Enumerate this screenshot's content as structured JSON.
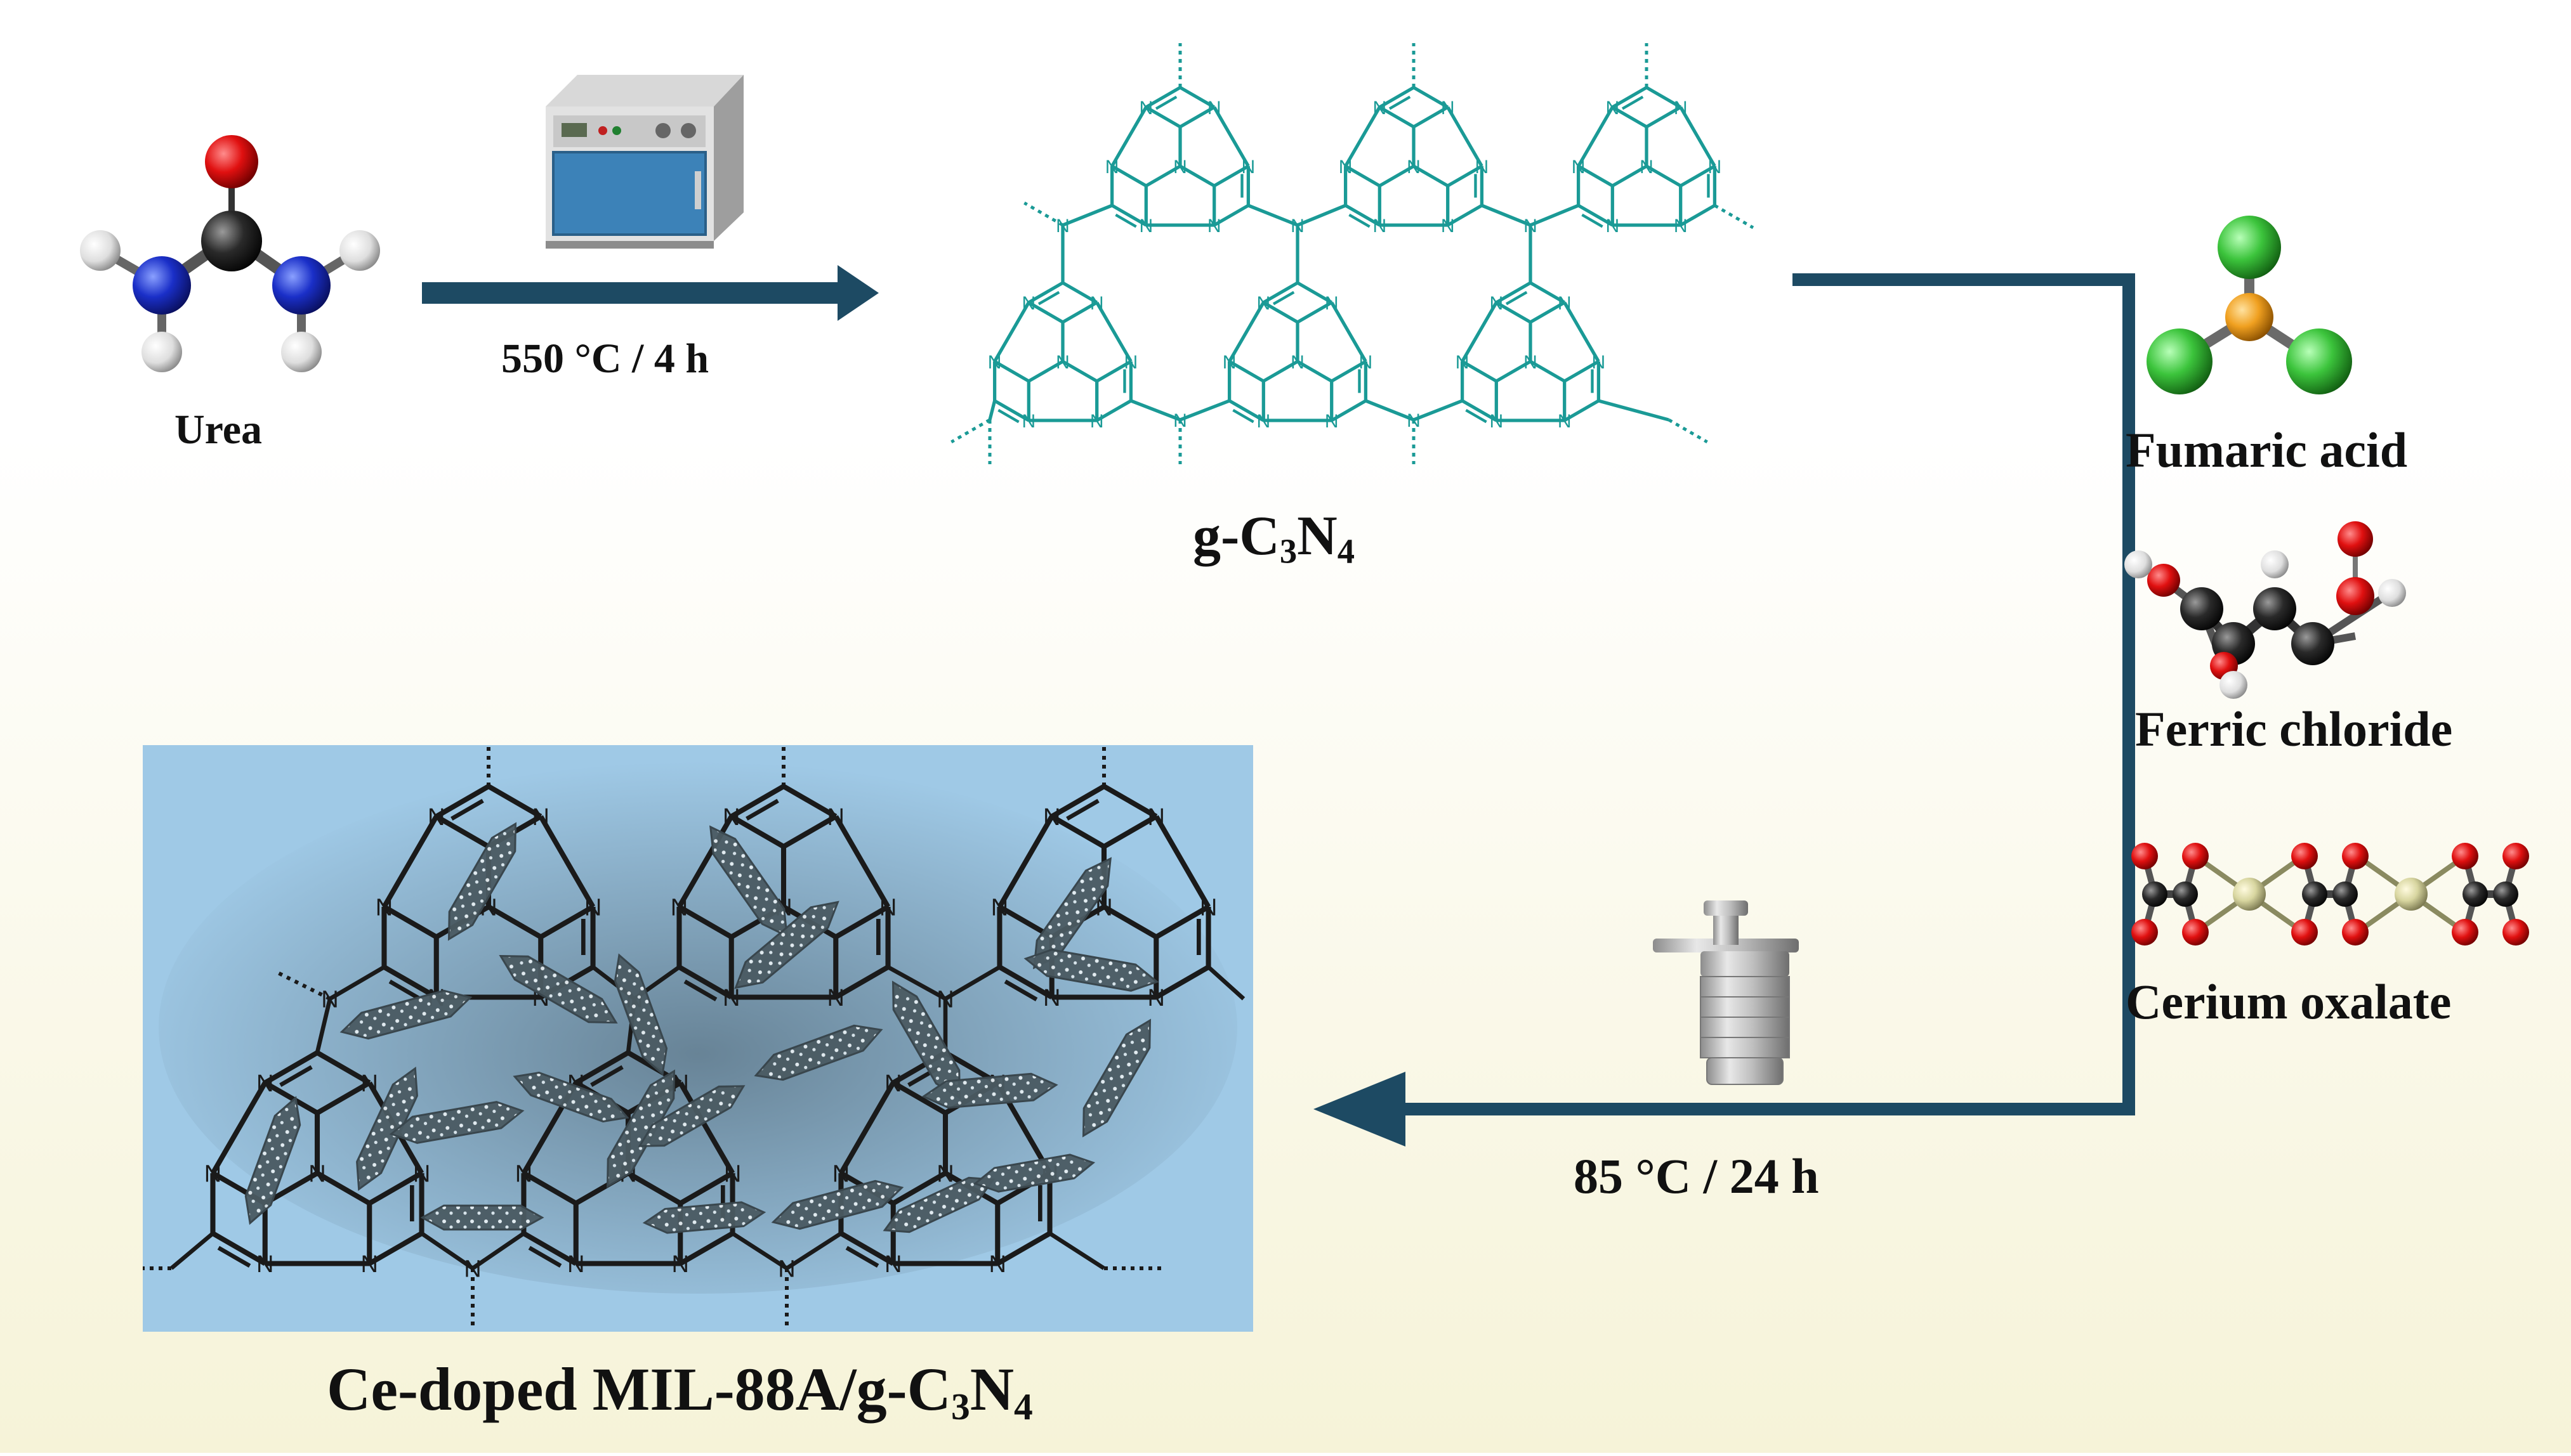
{
  "urea_label": "Urea",
  "step1_condition": "550 °C / 4 h",
  "gcn_label": {
    "prefix": "g-C",
    "sub1": "3",
    "mid": "N",
    "sub2": "4"
  },
  "reagents": [
    "Fumaric acid",
    "Ferric chloride",
    "Cerium oxalate"
  ],
  "step2_condition": "85 °C / 24 h",
  "product_label": {
    "prefix": "Ce-doped MIL-88A/g-C",
    "sub1": "3",
    "mid": "N",
    "sub2": "4"
  },
  "atom_N": "N",
  "colors": {
    "arrow": "#1d4a63",
    "bond_teal": "#1a9a96",
    "nitrogen_teal": "#159e9b",
    "product_bg": "#9fc9e6",
    "bg_bottom": "#f6f3d8",
    "oxygen": "#e01010",
    "nitrogen_ball": "#1a2fc8",
    "carbon": "#2a2a2a",
    "hydrogen": "#e8e8e8",
    "chlorine": "#3cc43c",
    "iron": "#f0a020",
    "cerium": "#d8d6a0",
    "crystal": "#4a5a62"
  },
  "icons": [
    "oven-icon",
    "autoclave-icon"
  ]
}
